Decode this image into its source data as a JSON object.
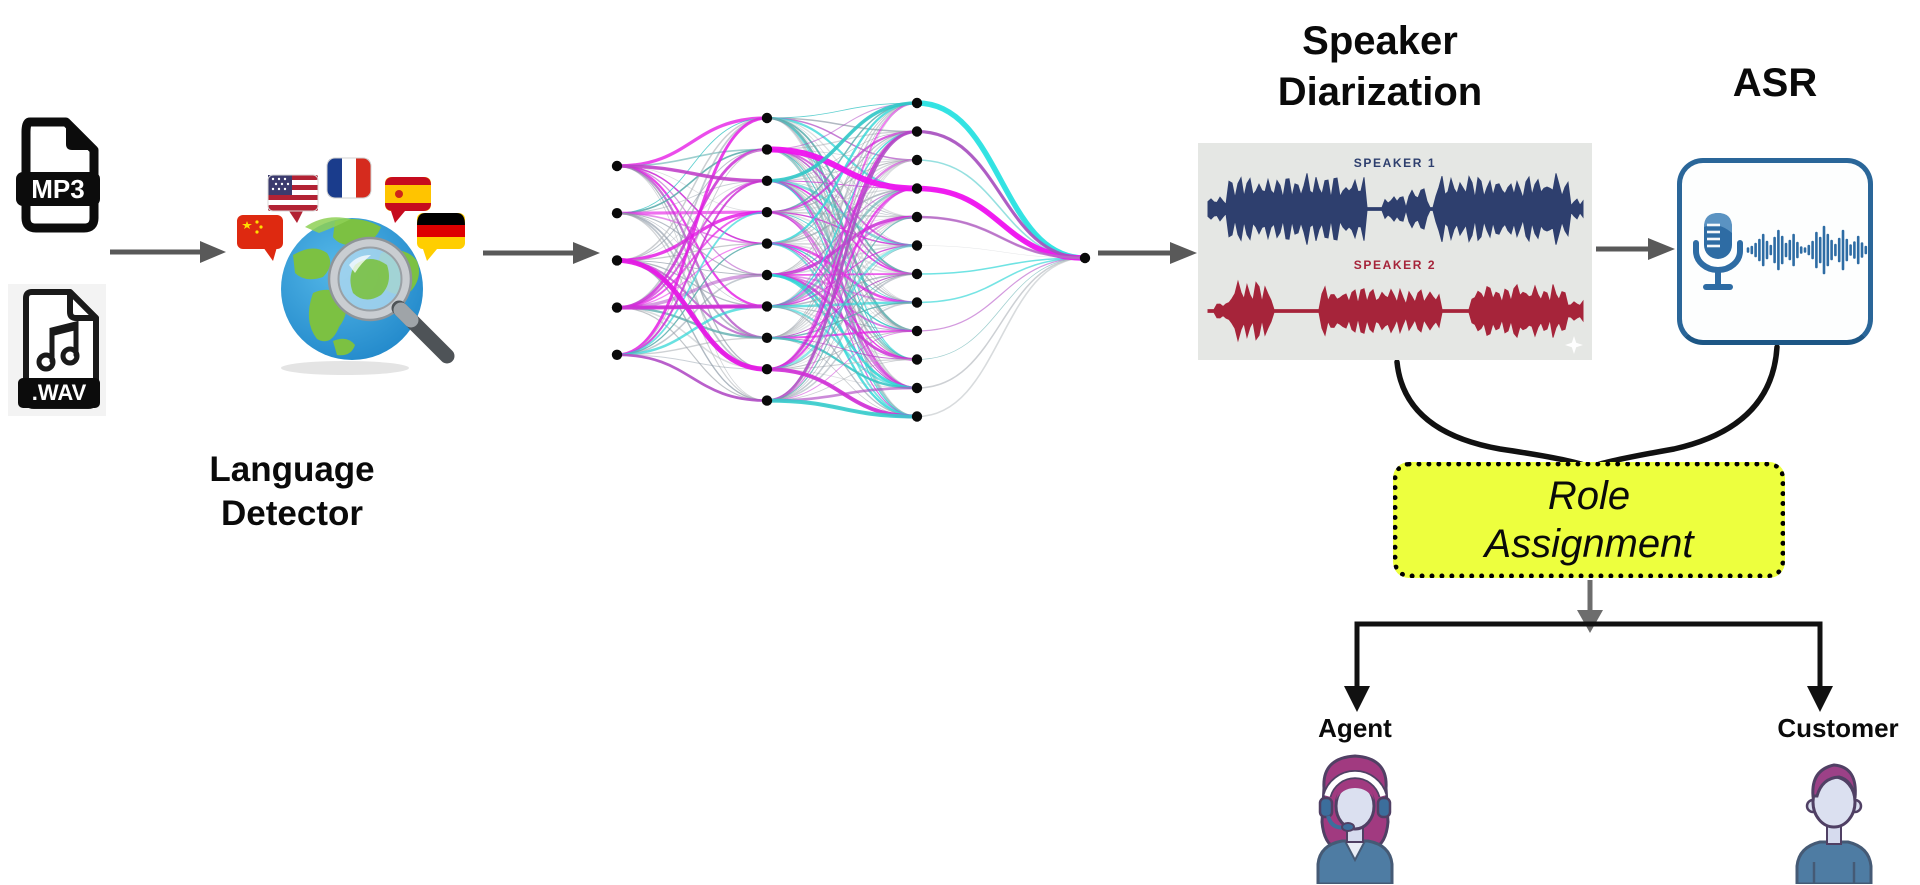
{
  "inputs": {
    "mp3_label": "MP3",
    "wav_label": ".WAV"
  },
  "language_detector": {
    "label_line1": "Language",
    "label_line2": "Detector",
    "flags": [
      "china-flag",
      "usa-flag",
      "france-flag",
      "spain-flag",
      "germany-flag"
    ]
  },
  "neural_network": {
    "layers": [
      5,
      10,
      12,
      1
    ],
    "colors": {
      "magenta": "#e519e5",
      "cyan": "#2ae2e2",
      "gray": "#9aa0a6"
    }
  },
  "speaker_diarization": {
    "title_line1": "Speaker",
    "title_line2": "Diarization",
    "speaker1_label": "SPEAKER 1",
    "speaker2_label": "SPEAKER 2",
    "colors": {
      "panel_bg": "#e5e7e4",
      "speaker1": "#2e3f6e",
      "speaker2": "#a6243a"
    }
  },
  "asr": {
    "title": "ASR",
    "colors": {
      "border": "#2a6699",
      "icon": "#2e6ca4"
    }
  },
  "role_assignment": {
    "line1": "Role",
    "line2": "Assignment",
    "colors": {
      "fill": "#edff3e",
      "border": "#000000"
    }
  },
  "outputs": {
    "agent_label": "Agent",
    "customer_label": "Customer"
  },
  "colors": {
    "arrow_gray": "#595959",
    "connector_black": "#111111"
  }
}
